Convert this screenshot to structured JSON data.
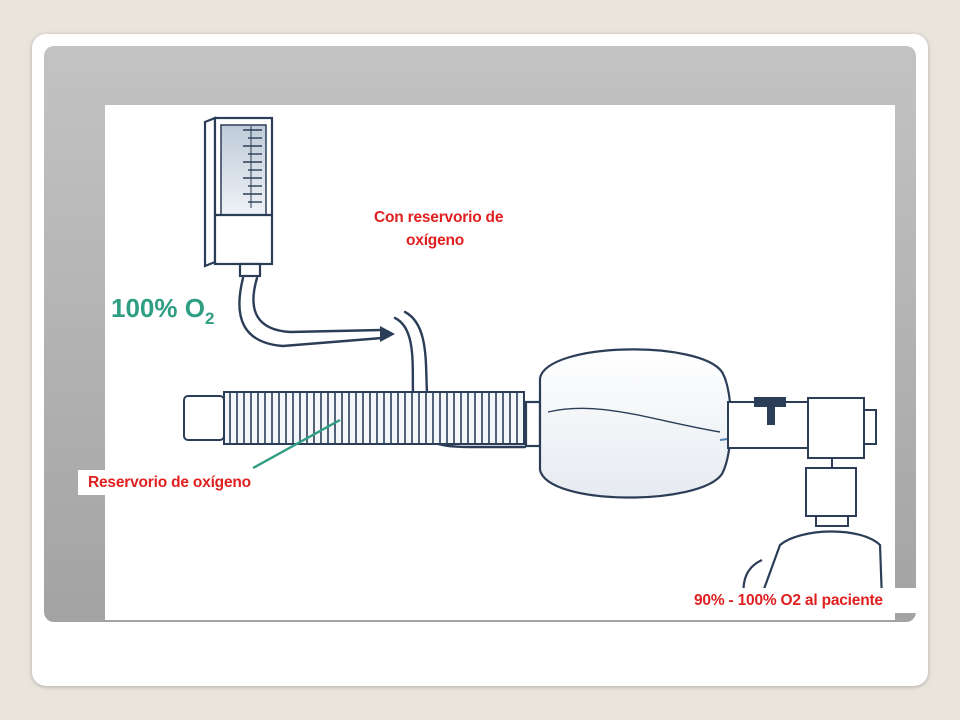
{
  "labels": {
    "reservoir_top_line1": "Con reservorio de",
    "reservoir_top_line2": "oxígeno",
    "reservoir_left": "Reservorio de oxígeno",
    "patient": "90% - 100% O2 al paciente",
    "oxygen_main": "100% O",
    "oxygen_sub": "2"
  },
  "colors": {
    "label_red": "#e02020",
    "oxygen_green": "#2f9e83",
    "equipment_stroke": "#2c3e57",
    "accent_blue": "#4f7fb1"
  }
}
